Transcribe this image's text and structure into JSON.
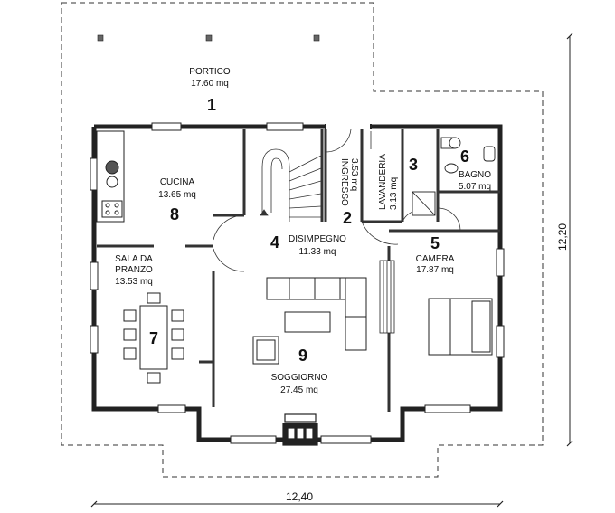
{
  "plan": {
    "rooms": [
      {
        "id": "portico",
        "number": "1",
        "name": "PORTICO",
        "area": "17.60 mq"
      },
      {
        "id": "ingresso",
        "number": "2",
        "name": "INGRESSO",
        "area": "3.53 mq"
      },
      {
        "id": "lavanderia",
        "number": "3",
        "name": "LAVANDERIA",
        "area": "3.13 mq"
      },
      {
        "id": "disimpegno",
        "number": "4",
        "name": "DISIMPEGNO",
        "area": "11.33 mq"
      },
      {
        "id": "camera",
        "number": "5",
        "name": "CAMERA",
        "area": "17.87 mq"
      },
      {
        "id": "bagno",
        "number": "6",
        "name": "BAGNO",
        "area": "5.07 mq"
      },
      {
        "id": "sala",
        "number": "7",
        "name_line1": "SALA DA",
        "name_line2": "PRANZO",
        "area": "13.53 mq"
      },
      {
        "id": "cucina",
        "number": "8",
        "name": "CUCINA",
        "area": "13.65 mq"
      },
      {
        "id": "soggiorno",
        "number": "9",
        "name": "SOGGIORNO",
        "area": "27.45 mq"
      }
    ],
    "dimensions": {
      "width": "12,40",
      "height": "12,20"
    }
  }
}
